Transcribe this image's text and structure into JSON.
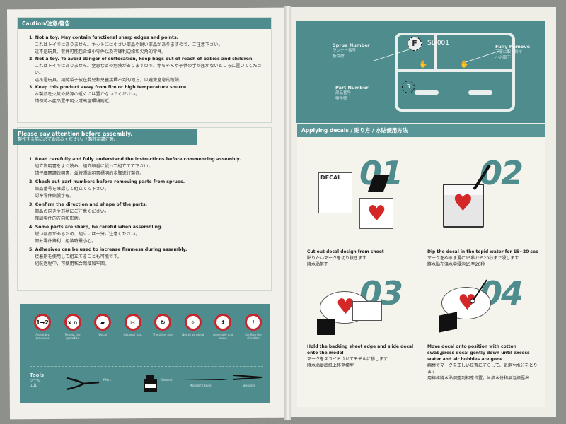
{
  "caution": {
    "title": "Caution/注意/警告",
    "items": [
      {
        "en": "1. Not a toy. May contain functional sharp edges and points.",
        "jp1": "これはトイではありません。キットには小さい部品や鋭い部品がありますので、ご注意下さい。",
        "jp2": "這不是玩具。套件可能包含细小零件以及有锋利边缘和尖角的零件。"
      },
      {
        "en": "2. Not a toy. To avoid danger of suffocation, keep bags out of reach of babies and children.",
        "jp1": "これはトイではありません。窒息などの危険がありますので、赤ちゃんや子供の手が届かないところに置いてください。",
        "jp2": "這不是玩具。請將袋子放在嬰兒和兒童接觸不到的地方，以避免窒息的危險。"
      },
      {
        "en": "3. Keep this product away from fire or high temperature source.",
        "jp1": "本製品を火気や熱源の近くには置かないでください。",
        "jp2": "請勿將本產品置于明火或高溫環境附近。"
      }
    ]
  },
  "attention": {
    "title": "Please pay attention before assembly.",
    "subtitle": "製作する前に必ずお読みください。/ 製作前請注意。",
    "items": [
      {
        "en": "1. Read carefully and fully understand the instructions before commencing assembly.",
        "jp1": "組立説明書をよく読み、組立順番に従って組立てて下さい。",
        "jp2": "請仔細閱讀說明書，並按照說明書標明的步驟進行製作。"
      },
      {
        "en": "2. Check out part numbers before removing parts from sprues.",
        "jp1": "部品番号を確認して組立てて下さい。",
        "jp2": "認準零件編號字母。"
      },
      {
        "en": "3. Confirm the direction and shape of the parts.",
        "jp1": "部品の向きや形状にご注意ください。",
        "jp2": "確認零件的方向和形狀。"
      },
      {
        "en": "4. Some parts are sharp, be careful when assembling.",
        "jp1": "鋭い部品があるため、組立には十分ご注意ください。",
        "jp2": "部分零件鋒利，組裝時需小心。"
      },
      {
        "en": "5. Adhesives can be used to increase firmness during assembly.",
        "jp1": "接着剤を使用して組立てることも可能です。",
        "jp2": "組裝過程中，可使用粘合劑增加牢固。"
      }
    ]
  },
  "icons": [
    {
      "name": "Assembly sequence",
      "glyph": "1→2"
    },
    {
      "name": "Repeat the operation",
      "glyph": "x n"
    },
    {
      "name": "Decal",
      "glyph": "▰"
    },
    {
      "name": "Optional part",
      "glyph": "✂"
    },
    {
      "name": "The other side",
      "glyph": "↻"
    },
    {
      "name": "Not to be glued",
      "glyph": "✧"
    },
    {
      "name": "Assemble and move",
      "glyph": "↕"
    },
    {
      "name": "Confirm the direction",
      "glyph": "!"
    }
  ],
  "tools": {
    "title": "Tools",
    "title_jp": "ツール\n工具",
    "items": [
      "Pliers",
      "Cement",
      "Modeler's knife",
      "Tweezers"
    ]
  },
  "sprue": {
    "code": "SL-001",
    "sprue_number": "Sprue Number",
    "sprue_number_jp": "ランナー番号\n板件號",
    "part_number": "Part Number",
    "part_number_jp": "部品番号\n零件號",
    "fully_remove": "Fully Remove",
    "fully_remove_jp": "丁寧に取り外す\n小心取下",
    "sprue_letter": "F",
    "part_digit": "3"
  },
  "decals": {
    "title": "Applying decals / 貼り方 / 水貼使用方法",
    "decal_word": "DECAL",
    "steps": [
      {
        "num": "01",
        "en": "Cut out decal design from sheet",
        "jp": "貼りたいマークを切り抜きます",
        "cn": "將水貼剪下"
      },
      {
        "num": "02",
        "en": "Dip the decal in the tepid water for 15~20 sec",
        "jp": "マークをぬるま湯に15秒から20秒まで浸します",
        "cn": "將水貼在溫水中浸泡15至20秒"
      },
      {
        "num": "03",
        "en": "Hold the backing sheet edge and slide decal onto the model",
        "jp": "マークをスライドさせてモデルに移します",
        "cn": "將水貼從底紙上移至模型"
      },
      {
        "num": "04",
        "en": "Move decal onto position with cotton swab,press decal gently down until excess water and air bubbles are gone",
        "jp": "綿棒でマークを正しい位置にずらして、気泡や水分をとります",
        "cn": "用棉棒將水貼調整到相應位置，並擠水份和氣泡擠壓出"
      }
    ]
  }
}
